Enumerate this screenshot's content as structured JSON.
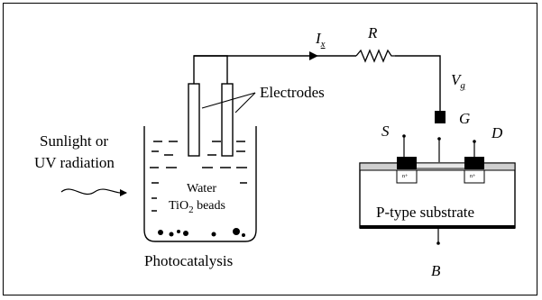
{
  "diagram": {
    "labels": {
      "sunlight": "Sunlight or",
      "uv": "UV radiation",
      "electrodes": "Electrodes",
      "water": "Water",
      "tio2_pre": "TiO",
      "tio2_sub": "2",
      "tio2_post": " beads",
      "photocatalysis": "Photocatalysis",
      "current_main": "I",
      "current_sub": "x",
      "resistor": "R",
      "gate_voltage_main": "V",
      "gate_voltage_sub": "g",
      "source": "S",
      "gate": "G",
      "drain": "D",
      "substrate": "P-type substrate",
      "body": "B",
      "n_plus_left": "n+",
      "n_plus_right": "n+"
    },
    "colors": {
      "line": "#000000",
      "oxide": "#cfcfcf",
      "channel": "#e8e8e8",
      "background": "#ffffff"
    }
  }
}
